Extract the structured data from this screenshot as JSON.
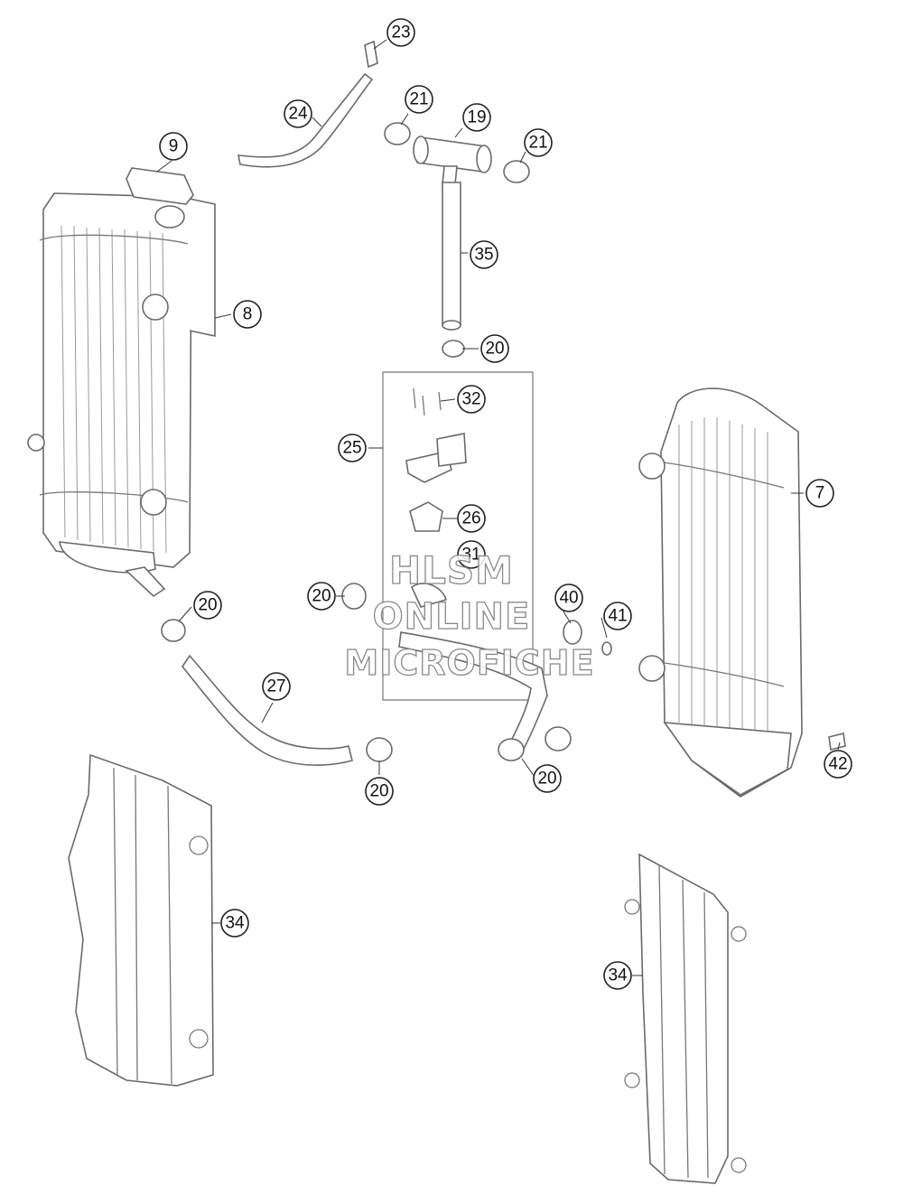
{
  "callouts": [
    {
      "id": "c23",
      "label": "23"
    },
    {
      "id": "c24",
      "label": "24"
    },
    {
      "id": "c21a",
      "label": "21"
    },
    {
      "id": "c19",
      "label": "19"
    },
    {
      "id": "c21b",
      "label": "21"
    },
    {
      "id": "c9",
      "label": "9"
    },
    {
      "id": "c35",
      "label": "35"
    },
    {
      "id": "c8",
      "label": "8"
    },
    {
      "id": "c20a",
      "label": "20"
    },
    {
      "id": "c32",
      "label": "32"
    },
    {
      "id": "c25",
      "label": "25"
    },
    {
      "id": "c7",
      "label": "7"
    },
    {
      "id": "c26",
      "label": "26"
    },
    {
      "id": "c31",
      "label": "31"
    },
    {
      "id": "c20b",
      "label": "20"
    },
    {
      "id": "c20c",
      "label": "20"
    },
    {
      "id": "c40",
      "label": "40"
    },
    {
      "id": "c41",
      "label": "41"
    },
    {
      "id": "c27",
      "label": "27"
    },
    {
      "id": "c42",
      "label": "42"
    },
    {
      "id": "c20d",
      "label": "20"
    },
    {
      "id": "c20e",
      "label": "20"
    },
    {
      "id": "c34a",
      "label": "34"
    },
    {
      "id": "c34b",
      "label": "34"
    }
  ],
  "watermark": {
    "line1": "HLSM",
    "line2": "ONLINE",
    "line3": "MICROFICHE"
  }
}
